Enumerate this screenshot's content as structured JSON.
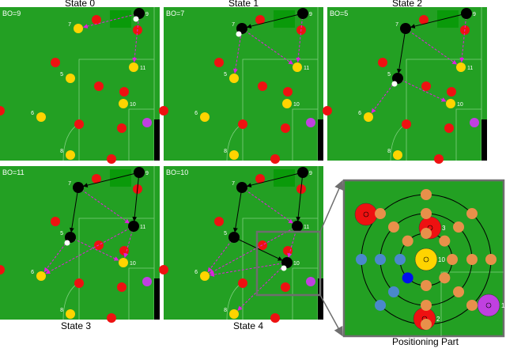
{
  "states": [
    {
      "caption": "State 0",
      "bo": "BO=9",
      "black": [
        "9"
      ],
      "ball": "9",
      "solid": [],
      "dashed": [
        [
          "9",
          "7"
        ],
        [
          "9",
          "11"
        ]
      ]
    },
    {
      "caption": "State 1",
      "bo": "BO=7",
      "black": [
        "9",
        "7"
      ],
      "ball": "7",
      "solid": [
        [
          "9",
          "7"
        ]
      ],
      "dashed": [
        [
          "7",
          "5"
        ],
        [
          "7",
          "11"
        ],
        [
          "9",
          "11"
        ]
      ]
    },
    {
      "caption": "State 2",
      "bo": "BO=5",
      "black": [
        "9",
        "7",
        "5"
      ],
      "ball": "5",
      "solid": [
        [
          "9",
          "7"
        ],
        [
          "7",
          "5"
        ]
      ],
      "dashed": [
        [
          "9",
          "11"
        ],
        [
          "7",
          "11"
        ],
        [
          "5",
          "6"
        ],
        [
          "5",
          "10"
        ]
      ]
    },
    {
      "caption": "State 3",
      "bo": "BO=11",
      "black": [
        "9",
        "7",
        "5",
        "11"
      ],
      "ball": "5",
      "solid": [
        [
          "9",
          "7"
        ],
        [
          "7",
          "5"
        ],
        [
          "9",
          "11"
        ]
      ],
      "dashed": [
        [
          "7",
          "11"
        ],
        [
          "5",
          "6"
        ],
        [
          "5",
          "10"
        ],
        [
          "11",
          "6"
        ],
        [
          "11",
          "10"
        ]
      ]
    },
    {
      "caption": "State 4",
      "bo": "BO=10",
      "black": [
        "9",
        "7",
        "5",
        "11",
        "10"
      ],
      "ball": "10",
      "solid": [
        [
          "9",
          "7"
        ],
        [
          "7",
          "5"
        ],
        [
          "9",
          "11"
        ],
        [
          "5",
          "10"
        ]
      ],
      "dashed": [
        [
          "7",
          "11"
        ],
        [
          "5",
          "6"
        ],
        [
          "11",
          "6"
        ],
        [
          "11",
          "10"
        ],
        [
          "10",
          "6"
        ],
        [
          "10",
          "8"
        ]
      ]
    }
  ],
  "teammates": [
    "9",
    "7",
    "11",
    "5",
    "10",
    "6",
    "8"
  ],
  "positioning": {
    "caption": "Positioning Part",
    "center_label": "10",
    "opponent_labels": [
      "3",
      "2"
    ],
    "goalkeeper_label": "1"
  },
  "colors": {
    "pitch": "#23a023",
    "teammate": "#ffd400",
    "opponent": "#ee1111",
    "goalkeeper": "#c040e0",
    "ball_owner": "#000000",
    "ball": "#ffffff",
    "pass_option": "#e020e0",
    "candidate": "#e8904a",
    "blocked": "#4a88cc",
    "selected": "#0010ee",
    "zoom_frame": "#6e6e6e"
  }
}
